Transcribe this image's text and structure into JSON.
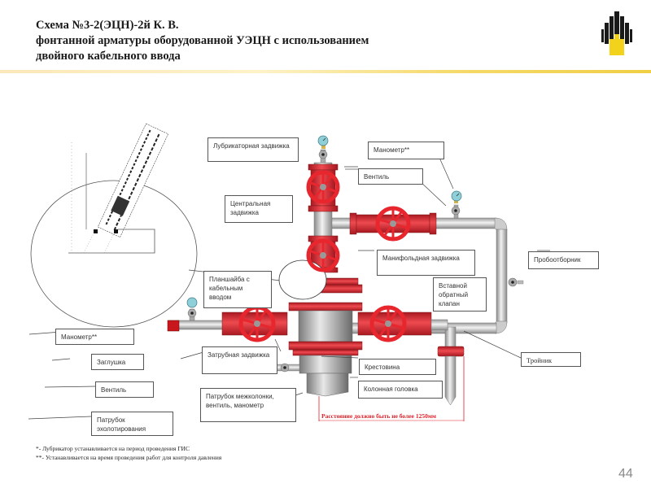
{
  "header": {
    "title_lines": [
      "Схема №3-2(ЭЦН)-2й К. В.",
      "фонтанной арматуры оборудованной УЭЦН  с использованием",
      "двойного кабельного ввода"
    ],
    "logo_icon": "rosneft-logo-icon"
  },
  "labels": {
    "lubricator_valve": "Лубрикаторная задвижка",
    "central_valve": "Центральная задвижка",
    "manometer_top": "Манометр**",
    "valve_top": "Вентиль",
    "manifold_valve": "Манифольдная задвижка",
    "check_valve": "Вставной обратный клапан",
    "sampler": "Пробоотборник",
    "cable_plate": "Планшайба с кабельным вводом",
    "manometer_left": "Манометр**",
    "plug": "Заглушка",
    "valve_left": "Вентиль",
    "echo_pipe": "Патрубок эхолотирования",
    "annulus_valve": "Затрубная задвижка",
    "intercolumn_pipe": "Патрубок межколонки, вентиль, манометр",
    "cross": "Крестовина",
    "column_head": "Колонная головка",
    "tee": "Тройник"
  },
  "distance_note": "Расстояние должно быть не более 1250мм",
  "footnotes": [
    "*- Лубрикатор  устанавливается на период проведения ГИС",
    "**- Устанавливается на время проведения работ для контроля давления"
  ],
  "page_number": "44",
  "colors": {
    "accent_red": "#e0202a",
    "valve_red": "#e8262e",
    "flange_red": "#c8202a",
    "pipe_gray": "#b8b8b8",
    "gauge_teal": "#8fd0d8",
    "separator_gold": "#f0cf45"
  }
}
